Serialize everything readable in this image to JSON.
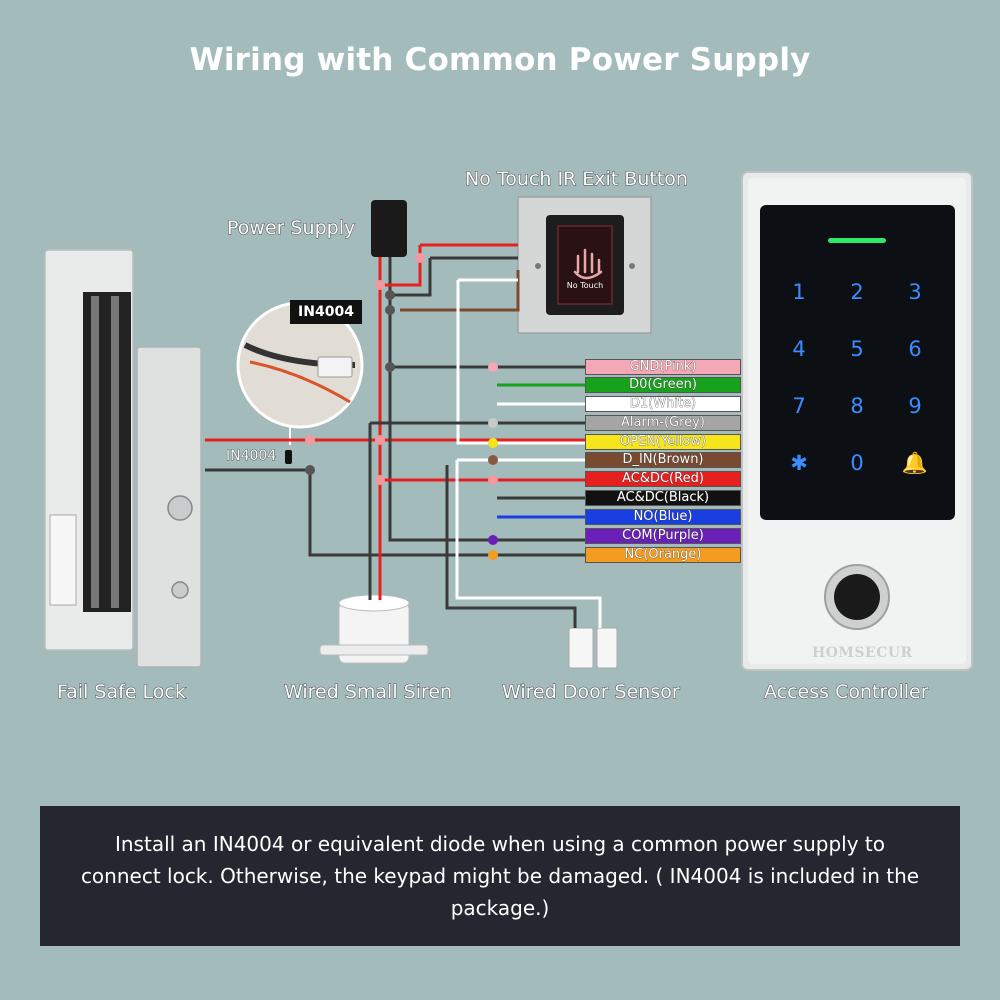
{
  "title": "Wiring with Common Power Supply",
  "labels": {
    "exit_button": "No Touch IR Exit Button",
    "power_supply": "Power Supply",
    "fail_safe_lock": "Fail Safe Lock",
    "siren": "Wired Small Siren",
    "door_sensor": "Wired Door Sensor",
    "access_controller": "Access Controller"
  },
  "diode": {
    "tag": "IN4004",
    "inline_label": "IN4004"
  },
  "exit_button_text": "No Touch",
  "brand": "HOMSECUR",
  "keypad": [
    "1",
    "2",
    "3",
    "4",
    "5",
    "6",
    "7",
    "8",
    "9",
    "✱",
    "0",
    "🔔"
  ],
  "wires": [
    {
      "label": "GND(Pink)",
      "color": "#f4a7b5",
      "text_color": "#ffffff"
    },
    {
      "label": "D0(Green)",
      "color": "#16a21a",
      "text_color": "#ffffff"
    },
    {
      "label": "D1(White)",
      "color": "#ffffff",
      "text_color": "#ffffff"
    },
    {
      "label": "Alarm-(Grey)",
      "color": "#a5a5a5",
      "text_color": "#ffffff"
    },
    {
      "label": "OPEN(Yellow)",
      "color": "#f6e51a",
      "text_color": "#ffffff"
    },
    {
      "label": "D_IN(Brown)",
      "color": "#7a4a30",
      "text_color": "#ffffff"
    },
    {
      "label": "AC&DC(Red)",
      "color": "#e5201f",
      "text_color": "#ffffff"
    },
    {
      "label": "AC&DC(Black)",
      "color": "#111111",
      "text_color": "#ffffff"
    },
    {
      "label": "NO(Blue)",
      "color": "#1a3fe0",
      "text_color": "#ffffff"
    },
    {
      "label": "COM(Purple)",
      "color": "#6a1fb8",
      "text_color": "#ffffff"
    },
    {
      "label": "NC(Orange)",
      "color": "#f39c1f",
      "text_color": "#ffffff"
    }
  ],
  "note": "Install an IN4004 or equivalent diode when using a common power supply to connect lock. Otherwise, the keypad might be damaged. ( IN4004 is included in the package.)"
}
